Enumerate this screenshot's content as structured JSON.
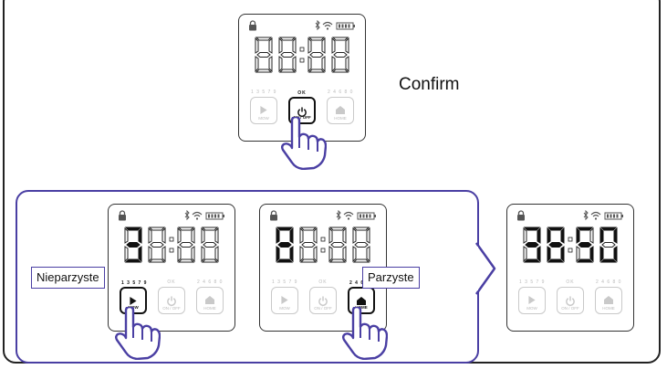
{
  "confirm_label": "Confirm",
  "label_odd": "Nieparzyste",
  "label_even": "Parzyste",
  "device_top": {
    "display": "0000",
    "btn_mow": {
      "top": "1 3 5 7 9",
      "bottom": "MOW"
    },
    "btn_power": {
      "top": "OK",
      "bottom": "ON / OFF"
    },
    "btn_home": {
      "top": "2 4 6 8 0",
      "bottom": "HOME"
    }
  },
  "device_odd": {
    "display": "3888",
    "btn_mow": {
      "top": "1 3 5 7 9",
      "bottom": "MOW"
    },
    "btn_power": {
      "top": "OK",
      "bottom": "ON / OFF"
    },
    "btn_home": {
      "top": "2 4 6 8 0",
      "bottom": "HOME"
    }
  },
  "device_even": {
    "display": "8888",
    "btn_mow": {
      "top": "1 3 5 7 9",
      "bottom": "MOW"
    },
    "btn_power": {
      "top": "OK",
      "bottom": "ON / OFF"
    },
    "btn_home": {
      "top": "2 4 6 8 0",
      "bottom": "HOME"
    }
  },
  "device_result": {
    "display": "3850",
    "btn_mow": {
      "top": "1 3 5 7 9",
      "bottom": "MOW"
    },
    "btn_power": {
      "top": "OK",
      "bottom": "ON / OFF"
    },
    "btn_home": {
      "top": "2 4 6 8 0",
      "bottom": "HOME"
    }
  },
  "colors": {
    "accent": "#4a3fa3",
    "ink": "#111111",
    "ghost": "#d6d6d6"
  }
}
